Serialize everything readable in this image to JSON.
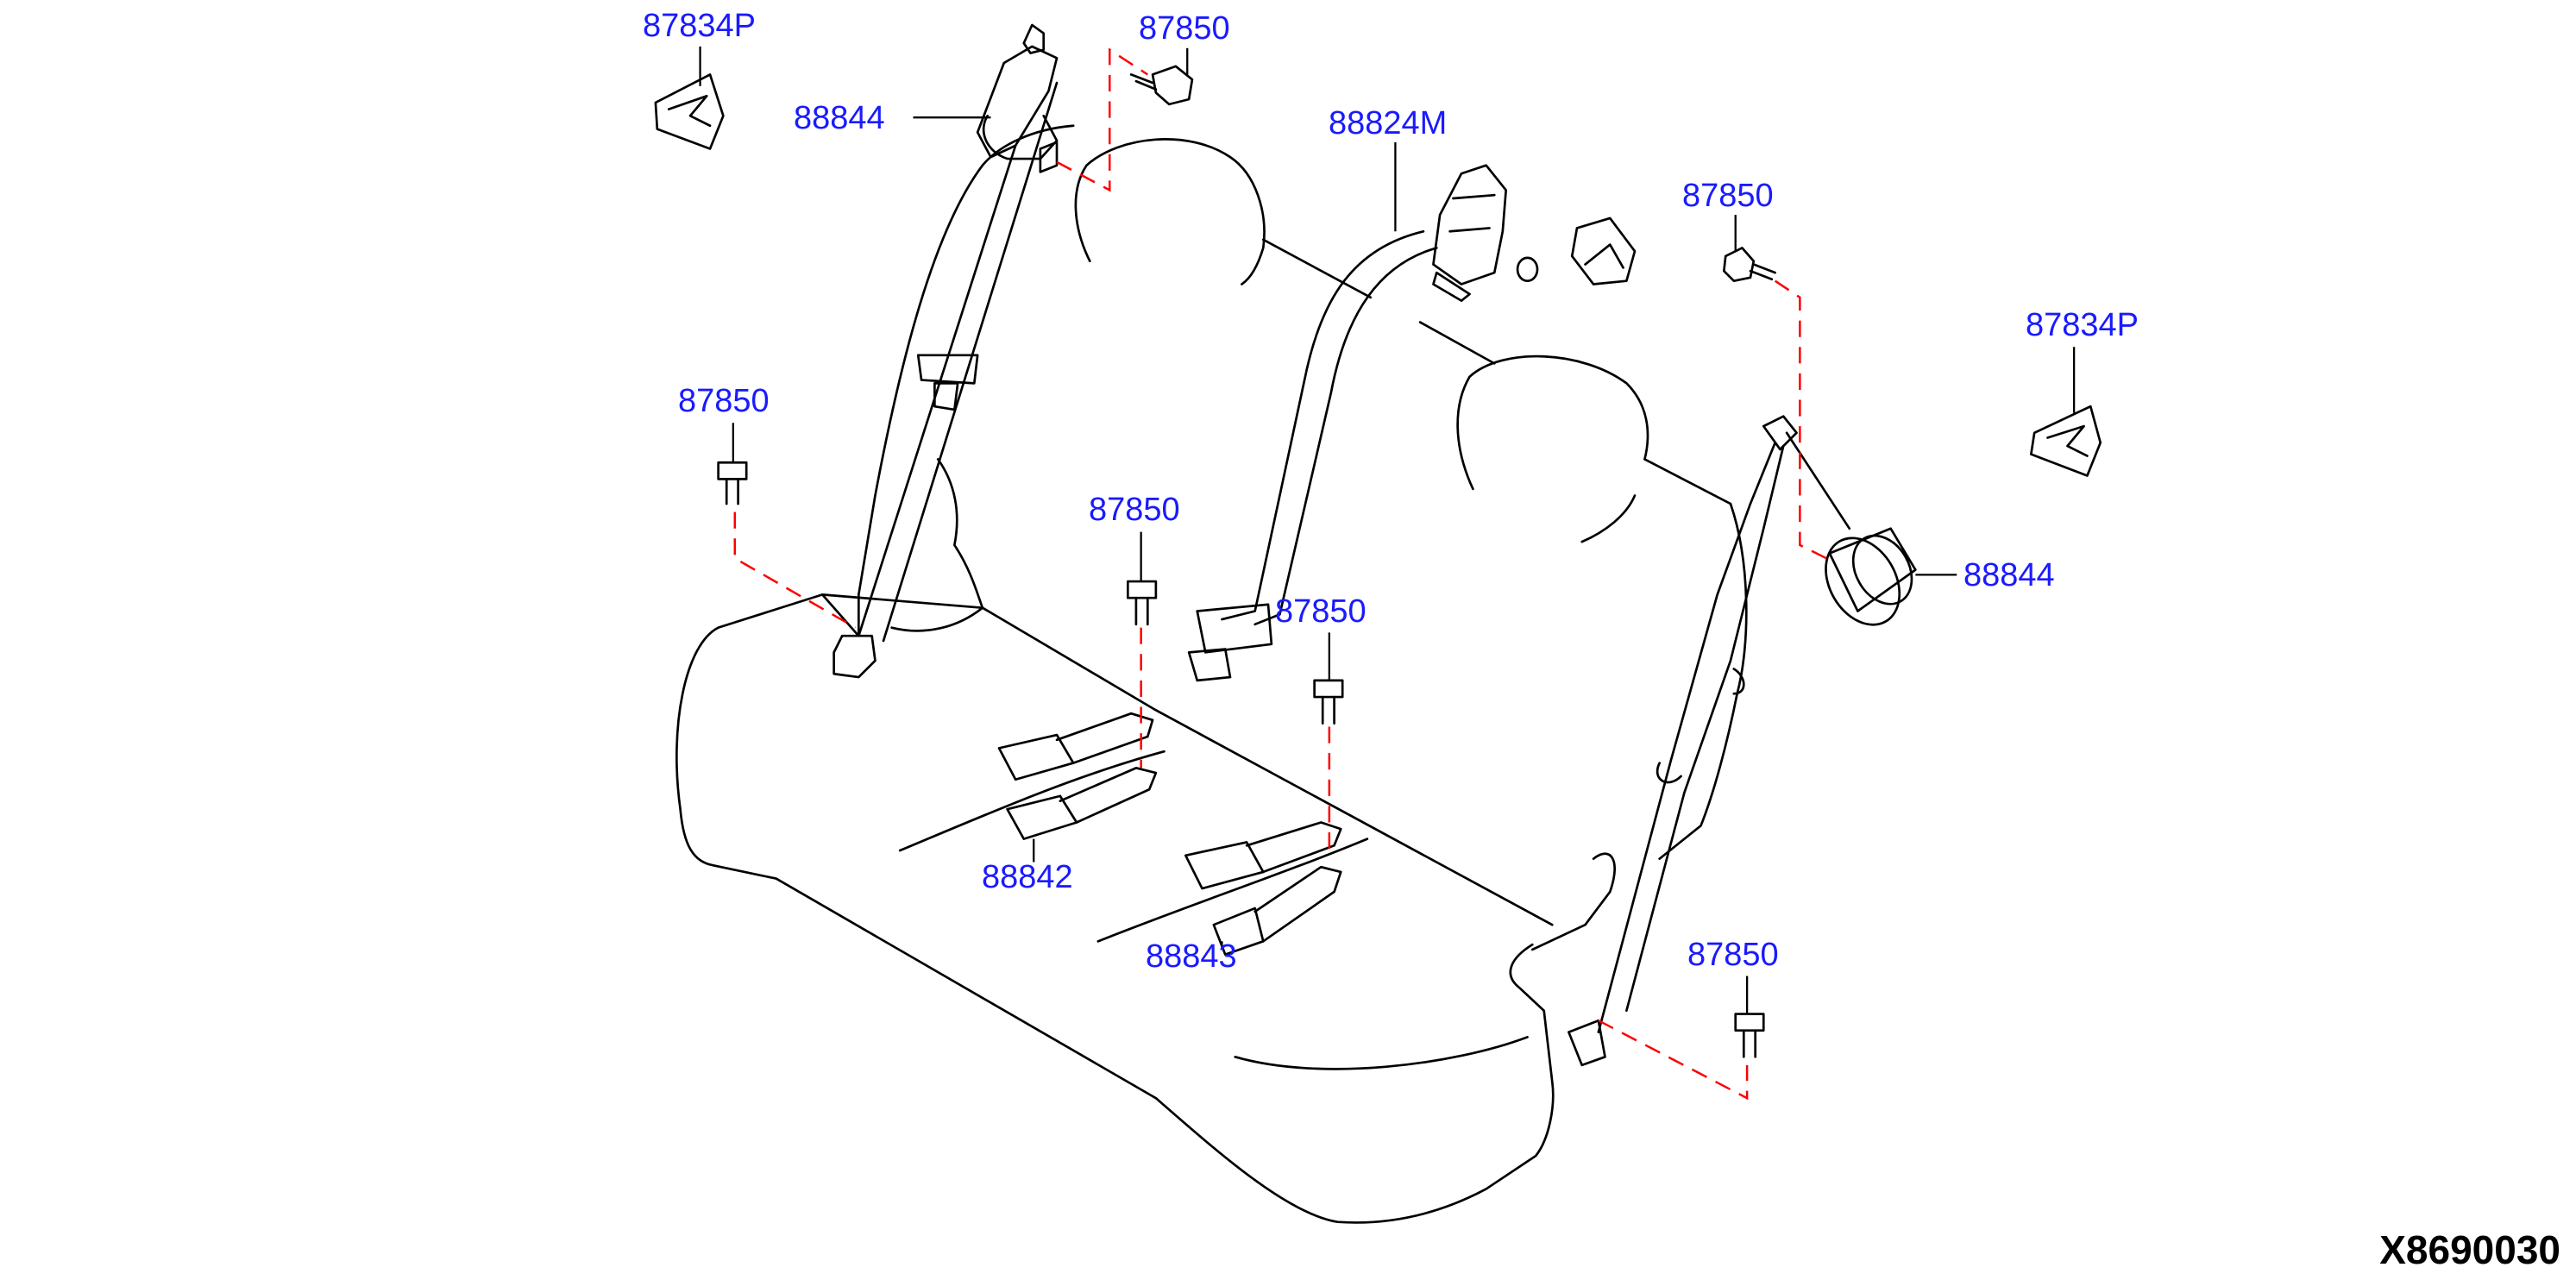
{
  "diagram": {
    "id": "X8690030",
    "label_color": "#1a1aff",
    "line_color": "#000000",
    "guide_color": "#ff0000",
    "callouts": {
      "c1": "87834P",
      "c2": "88844",
      "c3": "87850",
      "c4": "88824M",
      "c5": "87850",
      "c6": "87834P",
      "c7": "87850",
      "c8": "87850",
      "c9": "88844",
      "c10": "87850",
      "c11": "88842",
      "c12": "88843",
      "c13": "87850"
    }
  }
}
